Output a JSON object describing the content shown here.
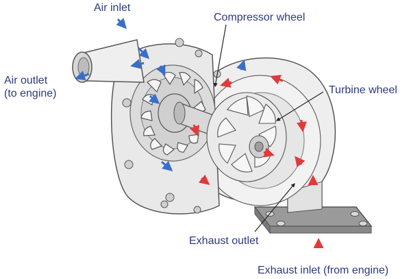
{
  "labels": {
    "air_inlet": "Air inlet",
    "air_outlet_line1": "Air outlet",
    "air_outlet_line2": "(to engine)",
    "compressor_wheel": "Compressor wheel",
    "turbine_wheel": "Turbine wheel",
    "exhaust_outlet": "Exhaust outlet",
    "exhaust_inlet": "Exhaust inlet (from engine)"
  },
  "colors": {
    "label_text": "#2d3a7c",
    "air_flow_arrow": "#3a6fc7",
    "exhaust_flow_arrow": "#e03a3a",
    "housing": "#ececec",
    "outline": "#555555",
    "leader_line": "#222222"
  }
}
